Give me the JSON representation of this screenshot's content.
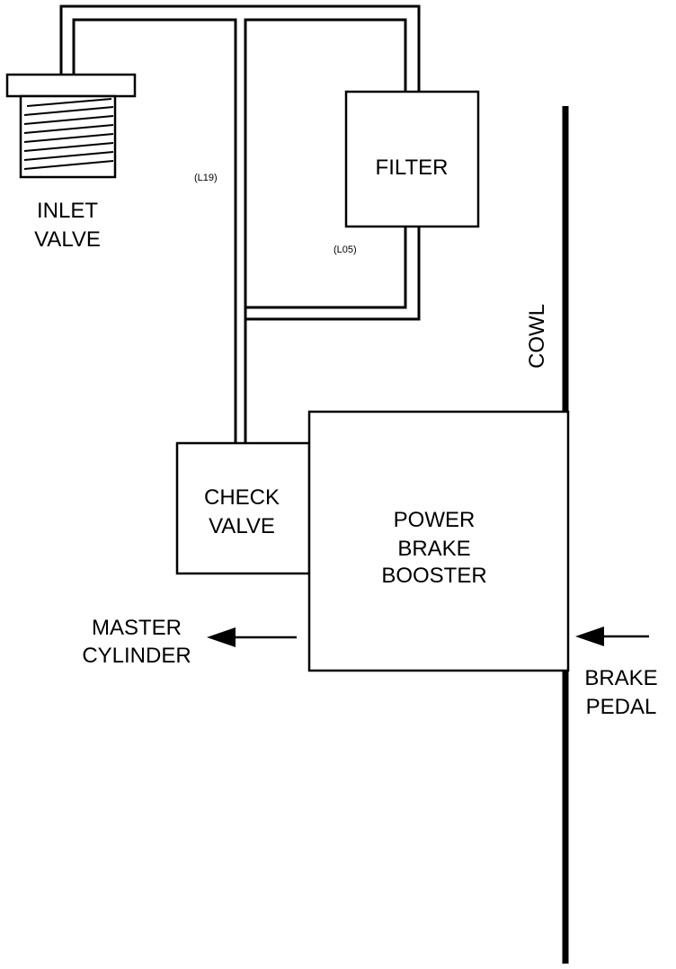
{
  "diagram": {
    "inlet_valve_label": [
      "INLET",
      "VALVE"
    ],
    "filter_label": "FILTER",
    "line_l19_label": "(L19)",
    "line_l05_label": "(L05)",
    "cowl_label": "COWL",
    "check_valve_label": [
      "CHECK",
      "VALVE"
    ],
    "booster_label": [
      "POWER",
      "BRAKE",
      "BOOSTER"
    ],
    "master_cylinder_label": [
      "MASTER",
      "CYLINDER"
    ],
    "brake_pedal_label": [
      "BRAKE",
      "PEDAL"
    ]
  }
}
